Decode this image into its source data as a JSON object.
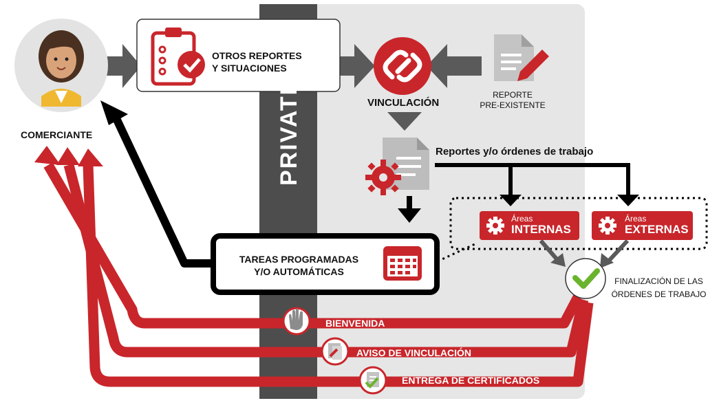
{
  "band_label": "PRIVATE",
  "actor": {
    "label": "COMERCIANTE",
    "icon": "merchant-avatar-icon"
  },
  "nodes": {
    "otros_reportes": {
      "line1": "OTROS REPORTES",
      "line2": "Y SITUACIONES",
      "icon": "clipboard-check-icon"
    },
    "vinculacion": {
      "label": "VINCULACIÓN",
      "icon": "link-icon"
    },
    "reporte_preexistente": {
      "line1": "REPORTE",
      "line2": "PRE-EXISTENTE",
      "icon": "document-pencil-icon"
    },
    "reportes_ordenes": {
      "label": "Reportes y/o órdenes de trabajo",
      "icon": "document-gear-icon"
    },
    "areas_internas": {
      "small": "Áreas",
      "big": "INTERNAS",
      "icon": "gear-icon"
    },
    "areas_externas": {
      "small": "Áreas",
      "big": "EXTERNAS",
      "icon": "gear-icon"
    },
    "tareas": {
      "line1": "TAREAS PROGRAMADAS",
      "line2": "Y/O AUTOMÁTICAS",
      "icon": "calendar-icon"
    },
    "finalizacion": {
      "line1": "FINALIZACIÓN DE LAS",
      "line2": "ÓRDENES DE TRABAJO",
      "icon": "checkmark-icon"
    }
  },
  "notifications": [
    {
      "label": "BIENVENIDA",
      "icon": "hand-icon"
    },
    {
      "label": "AVISO DE VINCULACIÓN",
      "icon": "document-link-icon"
    },
    {
      "label": "ENTREGA DE CERTIFICADOS",
      "icon": "certificate-check-icon"
    }
  ],
  "colors": {
    "red": "#c8262b",
    "gray_arrow": "#5a5a5a",
    "band": "#4d4d4d",
    "panel": "#e6e6e6",
    "black": "#000000",
    "green": "#6ab42d"
  }
}
